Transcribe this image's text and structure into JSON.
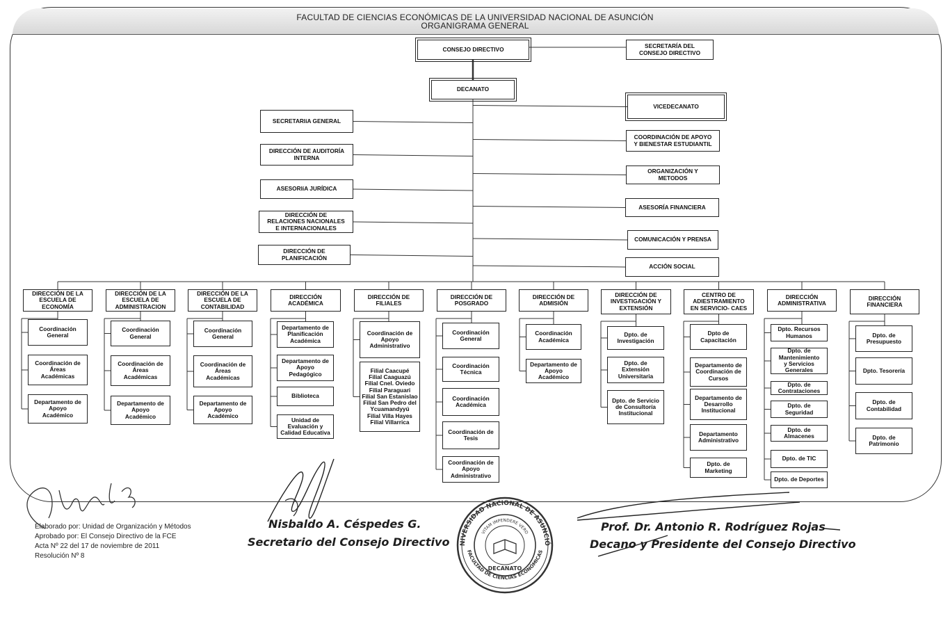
{
  "header": {
    "line1": "FACULTAD DE CIENCIAS ECONÓMICAS DE LA UNIVERSIDAD NACIONAL DE ASUNCIÓN",
    "line2": "ORGANIGRAMA  GENERAL"
  },
  "top": {
    "consejo": "CONSEJO DIRECTIVO",
    "secretaria_consejo": "SECRETARÍA DEL\nCONSEJO DIRECTIVO",
    "decanato": "DECANATO"
  },
  "left_staff": [
    "SECRETARIíA GENERAL",
    "DIRECCIÓN DE AUDITORÍA\nINTERNA",
    "ASESORIíA JURÍDICA",
    "DIRECCIÓN DE\nRELACIONES NACIONALES\nE INTERNACIONALES",
    "DIRECCIÓN DE\nPLANIFICACIÓN"
  ],
  "right_staff": [
    "VICEDECANATO",
    "COORDINACIÓN DE APOYO\nY BIENESTAR ESTUDIANTIL",
    "ORGANIZACIÓN Y\nMETODOS",
    "ASESORÍA FINANCIERA",
    "COMUNICACIÓN Y PRENSA",
    "ACCIÓN SOCIAL"
  ],
  "directions": [
    {
      "name": "DIRECCIÓN DE LA\nESCUELA DE\nECONOMÍA",
      "children": [
        "Coordinación\nGeneral",
        "Coordinación de\nÁreas\nAcadémicas",
        "Departamento de\nApoyo\nAcadémico"
      ]
    },
    {
      "name": "DIRECCIÓN DE LA\nESCUELA DE\nADMINISTRACION",
      "children": [
        "Coordinación\nGeneral",
        "Coordinación de\nÁreas\nAcadémicas",
        "Departamento de\nApoyo\nAcadémico"
      ]
    },
    {
      "name": "DIRECCIÓN DE LA\nESCUELA DE\nCONTABILIDAD",
      "children": [
        "Coordinación\nGeneral",
        "Coordinación de\nÁreas\nAcadémicas",
        "Departamento de\nApoyo\nAcadémico"
      ]
    },
    {
      "name": "DIRECCIÓN\nACADÉMICA",
      "children": [
        "Departamento de\nPlanificación\nAcadémica",
        "Departamento de\nApoyo\nPedagógico",
        "Biblioteca",
        "Unidad de\nEvaluación y\nCalidad Educativa"
      ]
    },
    {
      "name": "DIRECCIÓN DE\nFILIALES",
      "children": [
        "Coordinación de\nApoyo\nAdministrativo",
        "Filial Caacupé\nFilial Caaguazú\nFilial Cnel. Oviedo\nFilial Paraguari\nFilial San Estanislao\nFilial San Pedro del\nYcuamandyyú\nFilial Villa Hayes\nFilial Villarrica"
      ]
    },
    {
      "name": "DIRECCIÓN DE\nPOSGRADO",
      "children": [
        "Coordinación\nGeneral",
        "Coordinación\nTécnica",
        "Coordinación\nAcadémica",
        "Coordinación de\nTesis",
        "Coordinación de\nApoyo\nAdministrativo"
      ]
    },
    {
      "name": "DIRECCIÓN DE\nADMISIÓN",
      "children": [
        "Coordinación\nAcadémica",
        "Departamento de\nApoyo\nAcadémico"
      ]
    },
    {
      "name": "DIRECCIÓN DE\nINVESTIGACIÓN Y\nEXTENSIÓN",
      "children": [
        "Dpto. de\nInvestigación",
        "Dpto. de\nExtensión\nUniversitaria",
        "Dpto. de Servicio\nde Consultoría\nInstitucional"
      ]
    },
    {
      "name": "CENTRO DE\nADIESTRAMIENTO\nEN SERVICIO- CAES",
      "children": [
        "Dpto de\nCapacitación",
        "Departamento de\nCoordinación de\nCursos",
        "Departamento de\nDesarrollo\nInstitucional",
        "Departamento\nAdministrativo",
        "Dpto. de\nMarketing"
      ]
    },
    {
      "name": "DIRECCIÓN\nADMINISTRATIVA",
      "children": [
        "Dpto. Recursos\nHumanos",
        "Dpto. de\nMantenimiento\ny Servicios\nGenerales",
        "Dpto. de\nContrataciones",
        "Dpto. de\nSeguridad",
        "Dpto. de\nAlmacenes",
        "Dpto. de TIC",
        "Dpto.  de Deportes"
      ]
    },
    {
      "name": "DIRECCIÓN\nFINANCIERA",
      "children": [
        "Dpto. de\nPresupuesto",
        "Dpto. Tesorería",
        "Dpto. de\nContabilidad",
        "Dpto. de\nPatrimonio"
      ]
    }
  ],
  "footer": {
    "elaborado": "Elaborado por: Unidad de Organización y Métodos",
    "aprobado": "Aprobado por: El Consejo Directivo de la FCE",
    "acta": "Acta Nº 22 del 17 de noviembre de 2011",
    "resolucion": "Resolución Nº 8"
  },
  "signatures": {
    "secretario_name": "Nisbaldo A. Céspedes G.",
    "secretario_title": "Secretario del Consejo Directivo",
    "decano_name": "Prof. Dr. Antonio R. Rodríguez Rojas",
    "decano_title": "Decano y Presidente del Consejo Directivo"
  },
  "seal": {
    "ring_top": "UNIVERSIDAD NACIONAL DE ASUNCIÓN",
    "motto": "VITAM IMPENDERE VERO",
    "center": "DECANATO",
    "ring_bottom": "FACULTAD DE CIENCIAS ECONÓMICAS"
  }
}
